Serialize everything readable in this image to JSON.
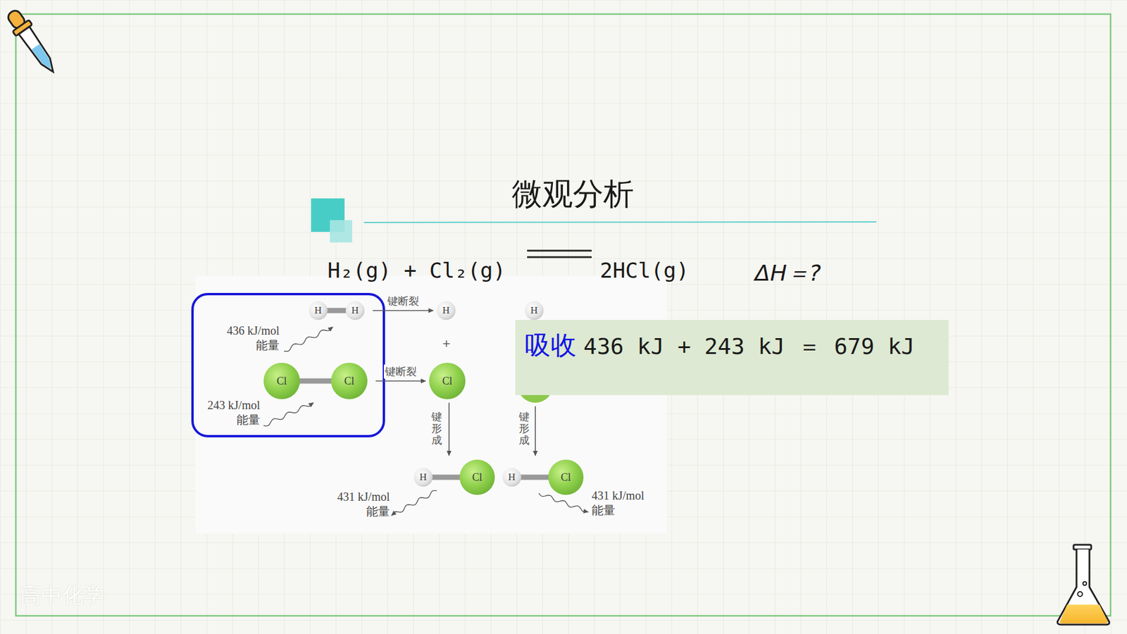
{
  "diagram": {
    "title": "微观分析",
    "nodes": [
      {
        "text": [
          "H"
        ]
      },
      {
        "text": [
          "H"
        ]
      },
      {
        "text": [
          "Cl"
        ]
      },
      {
        "text": [
          "Cl"
        ]
      },
      {
        "text": [
          "H"
        ]
      },
      {
        "text": [
          "Cl"
        ]
      },
      {
        "text": [
          "H"
        ]
      },
      {
        "text": [
          "吸收",
          "436 kJ + 243 kJ ＝ 679 kJ"
        ]
      },
      {
        "text": [
          "H"
        ]
      },
      {
        "text": [
          "Cl"
        ]
      },
      {
        "text": [
          "H"
        ]
      },
      {
        "text": [
          "Cl"
        ]
      }
    ],
    "edges": [
      {
        "from": 0,
        "to": 1,
        "arrow": "none"
      },
      {
        "from": 2,
        "to": 3,
        "arrow": "none"
      },
      {
        "from": 1,
        "to": 4,
        "arrow": "to",
        "label": "键断裂"
      },
      {
        "from": 3,
        "to": 5,
        "arrow": "to",
        "label": "键断裂"
      },
      {
        "from": 8,
        "to": 9,
        "arrow": "none"
      },
      {
        "from": 10,
        "to": 11,
        "arrow": "none"
      }
    ],
    "labels": [
      "H₂(g) + Cl₂(g)",
      "2HCl(g)",
      "ΔH＝?",
      "+",
      "436 kJ/mol 能量",
      "243 kJ/mol 能量",
      "键形成",
      "键形成",
      "431 kJ/mol 能量",
      "431 kJ/mol 能量",
      "高中化学"
    ]
  }
}
